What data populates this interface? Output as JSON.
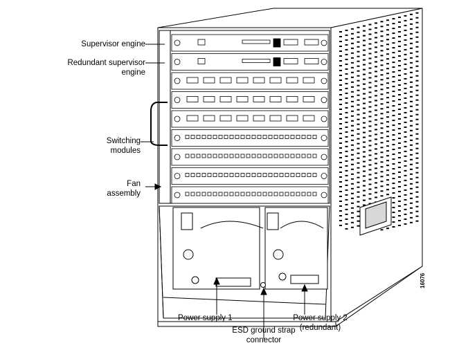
{
  "callouts": {
    "supervisor_engine": "Supervisor engine",
    "redundant_supervisor_line1": "Redundant supervisor",
    "redundant_supervisor_line2": "engine",
    "switching_modules_line1": "Switching",
    "switching_modules_line2": "modules",
    "fan_assembly_line1": "Fan",
    "fan_assembly_line2": "assembly",
    "power_supply_1": "Power supply 1",
    "esd_line1": "ESD ground strap",
    "esd_line2": "connector",
    "power_supply_2_line1": "Power supply 2",
    "power_supply_2_line2": "(redundant)"
  },
  "figure_number": "16076",
  "colors": {
    "line": "#000000",
    "fill": "#ffffff",
    "shade": "#d8d8d8"
  }
}
